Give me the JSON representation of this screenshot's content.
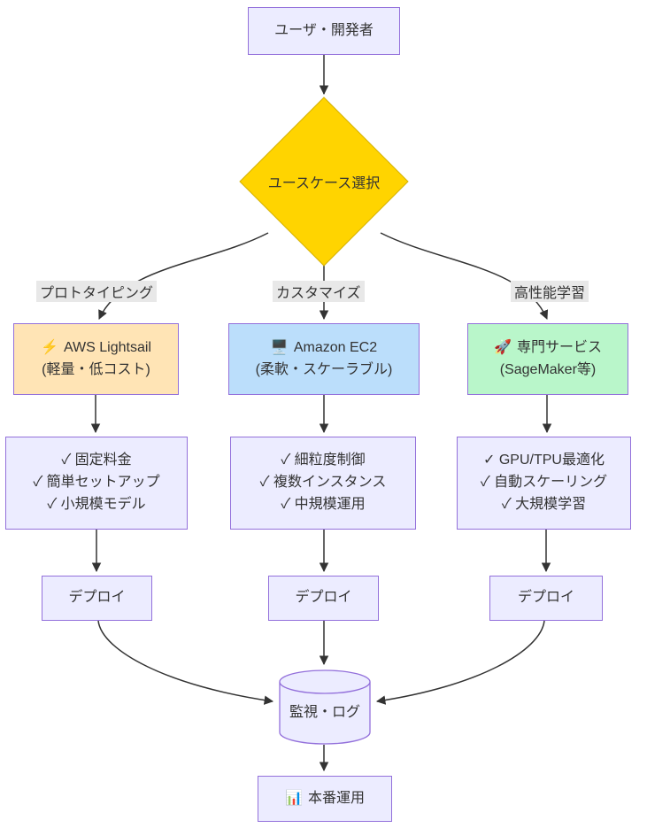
{
  "diagram": {
    "nodes": {
      "user": {
        "label": "ユーザ・開発者"
      },
      "decision": {
        "label": "ユースケース選択"
      },
      "lightsail": {
        "icon": "⚡",
        "title": "AWS Lightsail",
        "subtitle": "(軽量・低コスト)"
      },
      "ec2": {
        "icon": "🖥️",
        "title": "Amazon EC2",
        "subtitle": "(柔軟・スケーラブル)"
      },
      "specialized": {
        "icon": "🚀",
        "title": "専門サービス",
        "subtitle": "(SageMaker等)"
      },
      "features_lightsail": {
        "lines": [
          "✓ 固定料金",
          "✓ 簡単セットアップ",
          "✓ 小規模モデル"
        ]
      },
      "features_ec2": {
        "lines": [
          "✓ 細粒度制御",
          "✓ 複数インスタンス",
          "✓ 中規模運用"
        ]
      },
      "features_specialized": {
        "lines": [
          "✓ GPU/TPU最適化",
          "✓ 自動スケーリング",
          "✓ 大規模学習"
        ]
      },
      "deploy_left": {
        "label": "デプロイ"
      },
      "deploy_center": {
        "label": "デプロイ"
      },
      "deploy_right": {
        "label": "デプロイ"
      },
      "monitoring": {
        "label": "監視・ログ"
      },
      "production": {
        "icon": "📊",
        "label": "本番運用"
      }
    },
    "edge_labels": {
      "prototyping": "プロトタイピング",
      "customize": "カスタマイズ",
      "high_performance": "高性能学習"
    },
    "colors": {
      "node_fill": "#ECECFF",
      "node_border": "#9370DB",
      "decision_fill": "#FFD400",
      "lightsail_fill": "#FFE4B5",
      "ec2_fill": "#BBDEFB",
      "specialized_fill": "#B9F6CA",
      "edge_stroke": "#333333",
      "edge_label_bg": "#e8e8e8",
      "text": "#333333"
    }
  }
}
